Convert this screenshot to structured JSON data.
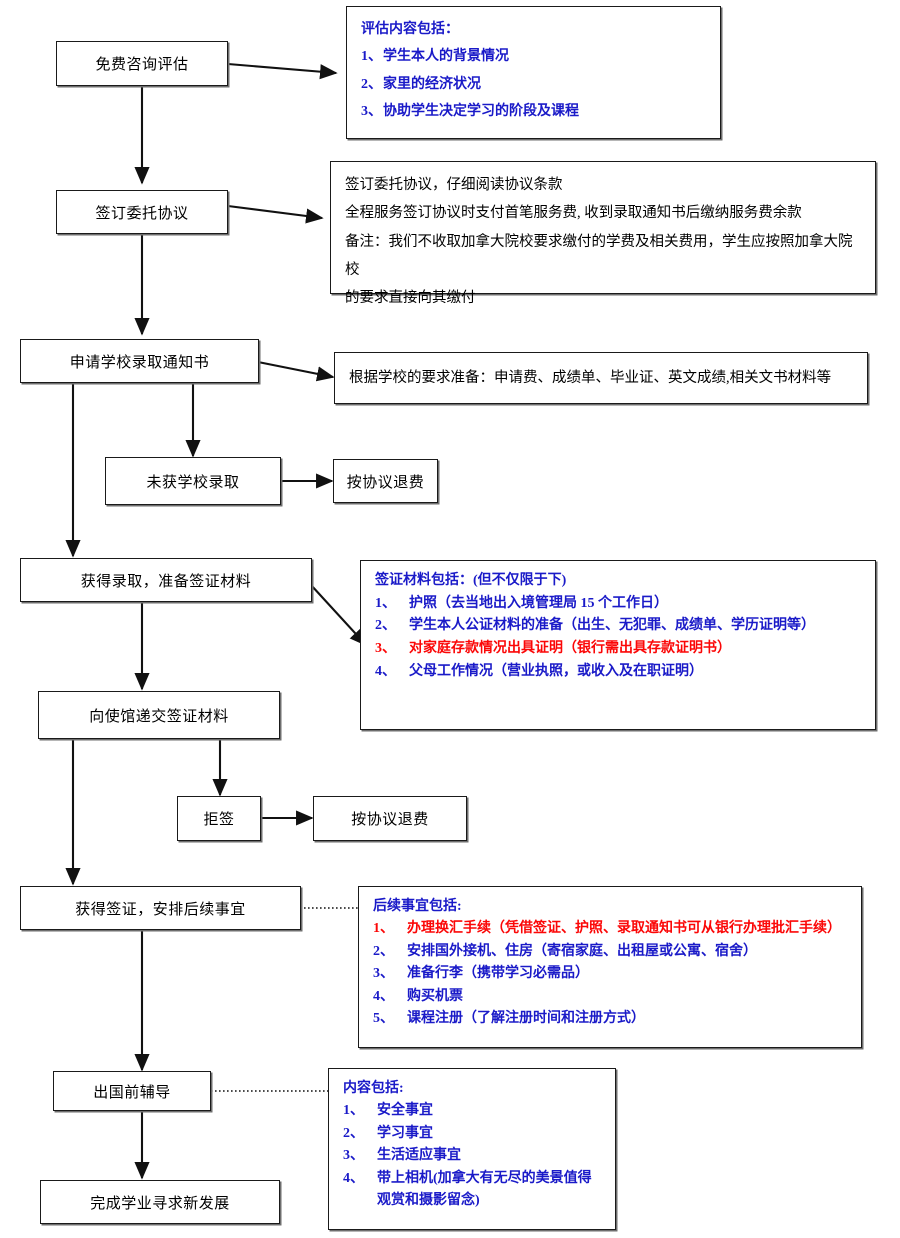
{
  "diagram": {
    "title": "留学申请流程图",
    "colors": {
      "blue": "#1a1ac8",
      "red": "#fb0707",
      "box_border": "#1a1a1a",
      "background": "#ffffff"
    }
  },
  "nodes": {
    "consult": "免费咨询评估",
    "agreement": "签订委托协议",
    "apply_offer": "申请学校录取通知书",
    "not_admitted": "未获学校录取",
    "refund_1": "按协议退费",
    "admitted_prep": "获得录取，准备签证材料",
    "submit_embassy": "向使馆递交签证材料",
    "visa_refused": "拒签",
    "refund_2": "按协议退费",
    "visa_granted": "获得签证，安排后续事宜",
    "predeparture": "出国前辅导",
    "finish": "完成学业寻求新发展"
  },
  "notes": {
    "assessment": {
      "heading": "评估内容包括：",
      "items": [
        {
          "num": "1、",
          "text": "学生本人的背景情况"
        },
        {
          "num": "2、",
          "text": "家里的经济状况"
        },
        {
          "num": "3、",
          "text": "协助学生决定学习的阶段及课程"
        }
      ]
    },
    "agreement": {
      "lines": [
        "签订委托协议，仔细阅读协议条款",
        "全程服务签订协议时支付首笔服务费, 收到录取通知书后缴纳服务费余款",
        "备注：我们不收取加拿大院校要求缴付的学费及相关费用，学生应按照加拿大院校",
        "的要求直接向其缴付"
      ]
    },
    "apply_materials": {
      "line": "根据学校的要求准备：申请费、成绩单、毕业证、英文成绩,相关文书材料等"
    },
    "visa_materials": {
      "heading": "签证材料包括：(但不仅限于下)",
      "items": [
        {
          "num": "1、",
          "text": "护照（去当地出入境管理局 15 个工作日）",
          "color": "blue"
        },
        {
          "num": "2、",
          "text": "学生本人公证材料的准备（出生、无犯罪、成绩单、学历证明等）",
          "color": "blue"
        },
        {
          "num": "3、",
          "text": "对家庭存款情况出具证明（银行需出具存款证明书）",
          "color": "red"
        },
        {
          "num": "4、",
          "text": "父母工作情况（营业执照，或收入及在职证明）",
          "color": "blue"
        }
      ]
    },
    "followup": {
      "heading": "后续事宜包括:",
      "items": [
        {
          "num": "1、",
          "text": "办理换汇手续（凭借签证、护照、录取通知书可从银行办理批汇手续）",
          "color": "red"
        },
        {
          "num": "2、",
          "text": "安排国外接机、住房（寄宿家庭、出租屋或公寓、宿舍）",
          "color": "blue"
        },
        {
          "num": "3、",
          "text": "准备行李（携带学习必需品）",
          "color": "blue"
        },
        {
          "num": "4、",
          "text": "购买机票",
          "color": "blue"
        },
        {
          "num": "5、",
          "text": "课程注册（了解注册时间和注册方式）",
          "color": "blue"
        }
      ]
    },
    "predeparture": {
      "heading": "内容包括:",
      "items": [
        {
          "num": "1、",
          "text": "安全事宜",
          "color": "blue"
        },
        {
          "num": "2、",
          "text": "学习事宜",
          "color": "blue"
        },
        {
          "num": "3、",
          "text": "生活适应事宜",
          "color": "blue"
        },
        {
          "num": "4、",
          "text": "带上相机(加拿大有无尽的美景值得",
          "color": "blue"
        },
        {
          "num": "",
          "text": "观赏和摄影留念)",
          "color": "blue"
        }
      ]
    }
  }
}
